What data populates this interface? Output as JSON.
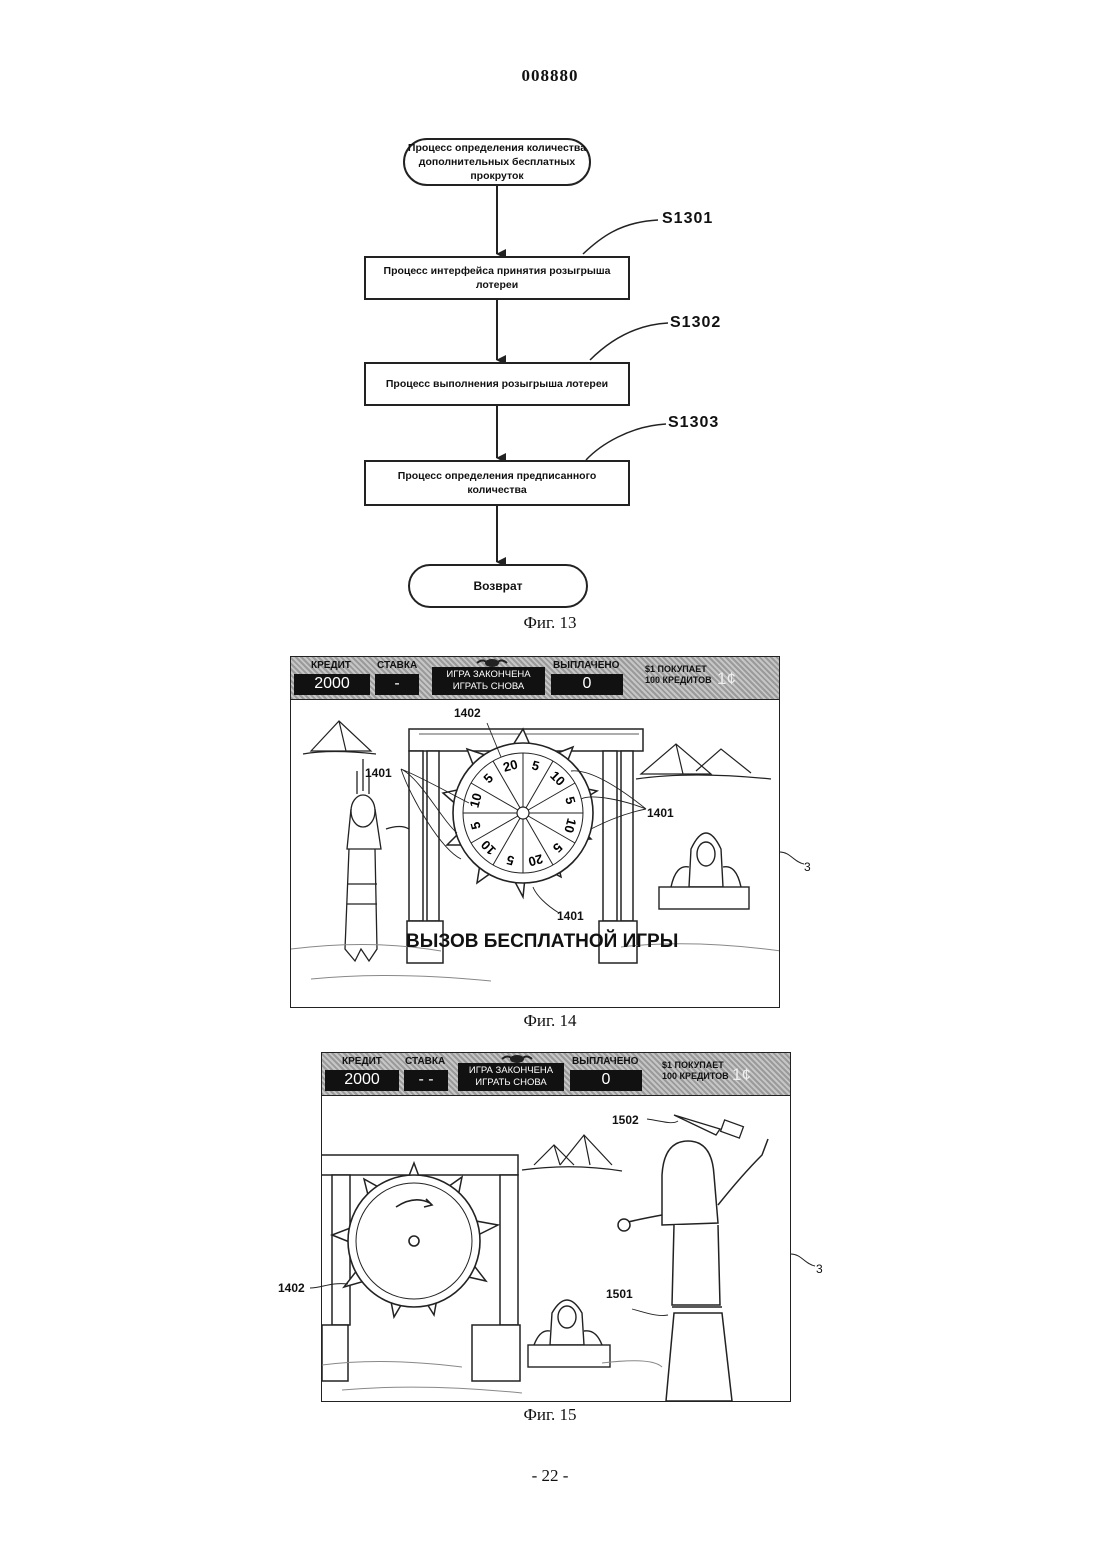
{
  "document_number": "008880",
  "page_number": "- 22 -",
  "fig13": {
    "caption": "Фиг. 13",
    "start": "Процесс определения количества дополнительных бесплатных прокруток",
    "steps": [
      {
        "id": "S1301",
        "text": "Процесс интерфейса принятия розыгрыша лотереи"
      },
      {
        "id": "S1302",
        "text": "Процесс выполнения розыгрыша лотереи"
      },
      {
        "id": "S1303",
        "text": "Процесс определения предписанного количества"
      }
    ],
    "end": "Возврат"
  },
  "fig14": {
    "caption": "Фиг. 14",
    "hud": {
      "credit_label": "КРЕДИТ",
      "credit": "2000",
      "bet_label": "СТАВКА",
      "bet": "-",
      "status_line1": "ИГРА ЗАКОНЧЕНА",
      "status_line2": "ИГРАТЬ СНОВА",
      "paid_label": "ВЫПЛАЧЕНО",
      "paid": "0",
      "buy_line1": "$1 ПОКУПАЕТ",
      "buy_line2": "100 КРЕДИТОВ",
      "denom": "1¢"
    },
    "wheel_values": [
      "5",
      "10",
      "5",
      "10",
      "5",
      "20",
      "5",
      "10",
      "5",
      "10",
      "5",
      "20"
    ],
    "refs": {
      "wheel": "1402",
      "segments_left": "1401",
      "segments_right": "1401",
      "segments_bottom": "1401",
      "screen": "3"
    },
    "banner": "ВЫЗОВ БЕСПЛАТНОЙ ИГРЫ"
  },
  "fig15": {
    "caption": "Фиг. 15",
    "hud": {
      "credit_label": "КРЕДИТ",
      "credit": "2000",
      "bet_label": "СТАВКА",
      "bet": "- -",
      "status_line1": "ИГРА ЗАКОНЧЕНА",
      "status_line2": "ИГРАТЬ СНОВА",
      "paid_label": "ВЫПЛАЧЕНО",
      "paid": "0",
      "buy_line1": "$1 ПОКУПАЕТ",
      "buy_line2": "100 КРЕДИТОВ",
      "denom": "1¢"
    },
    "refs": {
      "dagger": "1502",
      "character": "1501",
      "wheel": "1402",
      "screen": "3"
    }
  }
}
